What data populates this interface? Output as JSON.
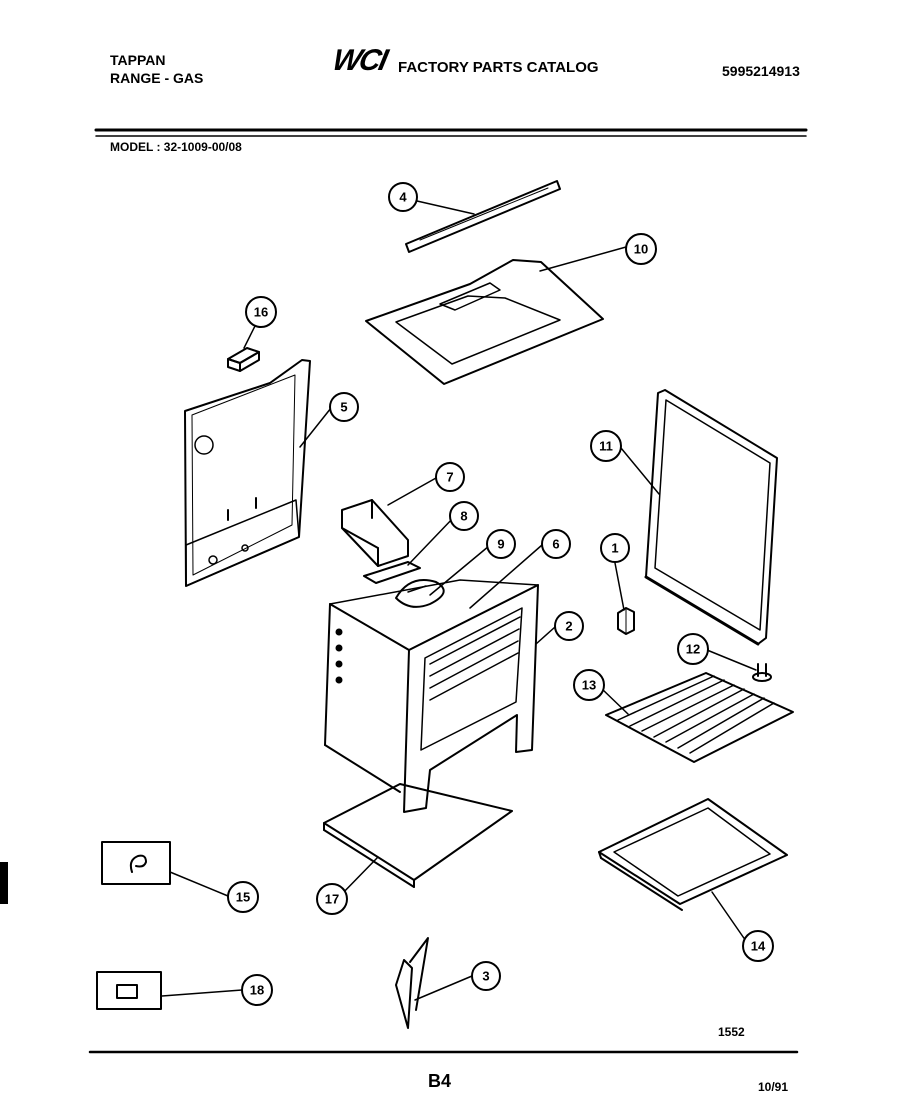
{
  "header": {
    "brand": "TAPPAN",
    "range_type": "RANGE - GAS",
    "logo_text": "WCI",
    "catalog_title": "FACTORY PARTS CATALOG",
    "doc_number": "5995214913",
    "model": "MODEL : 32-1009-00/08"
  },
  "footer": {
    "diagram_number": "1552",
    "page": "B4",
    "date": "10/91"
  },
  "callouts": {
    "c1": "1",
    "c2": "2",
    "c3": "3",
    "c4": "4",
    "c5": "5",
    "c6": "6",
    "c7": "7",
    "c8": "8",
    "c9": "9",
    "c10": "10",
    "c11": "11",
    "c12": "12",
    "c13": "13",
    "c14": "14",
    "c15": "15",
    "c16": "16",
    "c17": "17",
    "c18": "18"
  }
}
